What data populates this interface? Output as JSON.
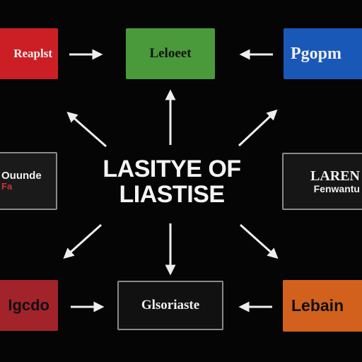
{
  "boxes": {
    "top_left": {
      "label": "Reaplst",
      "color": "#cc1f25"
    },
    "top_center": {
      "label": "Leloeet",
      "color": "#4a9a3c"
    },
    "top_right": {
      "label": "Pgopm",
      "color": "#1a58b8"
    },
    "mid_left": {
      "line1": "Ouunde",
      "line2": "Fa",
      "color": "#1a1a1a"
    },
    "mid_right": {
      "line1": "LAREN",
      "line2": "Fenwantu",
      "color": "#161616"
    },
    "bottom_left": {
      "label": "Igcdo",
      "color": "#a3232b"
    },
    "bottom_center": {
      "label": "Glsoriaste",
      "color": "#111111"
    },
    "bottom_right": {
      "label": "Lebain",
      "color": "#d2611d"
    }
  },
  "center": {
    "line1": "LASITYE OF",
    "line2": "LIASTISE"
  },
  "arrow_color": "#eeeeee"
}
